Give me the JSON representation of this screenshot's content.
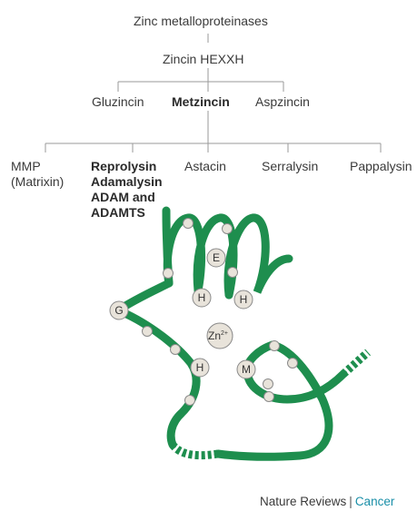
{
  "tree": {
    "root": "Zinc metalloproteinases",
    "level1": "Zincin HEXXH",
    "level2": [
      "Gluzincin",
      "Metzincin",
      "Aspzincin"
    ],
    "level3": {
      "mmp": [
        "MMP",
        "(Matrixin)"
      ],
      "reprolysin": [
        "Reprolysin",
        "Adamalysin",
        "ADAM and",
        "ADAMTS"
      ],
      "astacin": "Astacin",
      "serralysin": "Serralysin",
      "pappalysin": "Pappalysin"
    }
  },
  "structure": {
    "ion": "Zn",
    "ion_charge": "2+",
    "residues": {
      "e": "E",
      "h1": "H",
      "h2": "H",
      "h3": "H",
      "g": "G",
      "m": "M"
    },
    "colors": {
      "ribbon": "#1e8e4e",
      "bead": "#e8e3da",
      "bead_stroke": "#8a8a8a"
    }
  },
  "footer": {
    "brand": "Nature Reviews",
    "separator": "|",
    "journal": "Cancer"
  }
}
